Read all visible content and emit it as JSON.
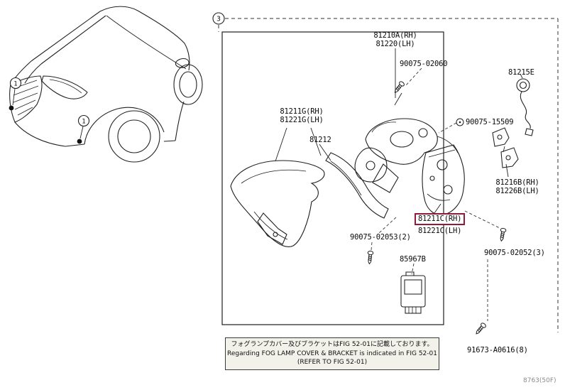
{
  "figure": {
    "callout_main": "3",
    "car_callout": "1",
    "page_code": "8763(50F)"
  },
  "labels": {
    "assembly_rh": "81210A(RH)",
    "assembly_lh": "81220(LH)",
    "screw_top": "90075-02060",
    "cap": "81215E",
    "grommet": "90075-15509",
    "cover_rh": "81211G(RH)",
    "cover_lh": "81221G(LH)",
    "retainer": "81212",
    "bracket_rh": "81216B(RH)",
    "bracket_lh": "81226B(LH)",
    "unit_rh": "81211C(RH)",
    "unit_lh": "81221C(LH)",
    "screw_lower": "90075-02053(2)",
    "relay": "85967B",
    "screw_right": "90075-02052(3)",
    "bolt": "91673-A0616(8)"
  },
  "note": {
    "line1": "フォグランプカバー及びブラケットはFIG 52-01に記載しております。",
    "line2": "Regarding FOG LAMP COVER & BRACKET is indicated in FIG 52-01",
    "line3": "(REFER TO FIG 52-01)"
  },
  "colors": {
    "highlight_border": "#8e1b3a",
    "line": "#1f1f1f",
    "note_background": "#f2f1ea"
  }
}
